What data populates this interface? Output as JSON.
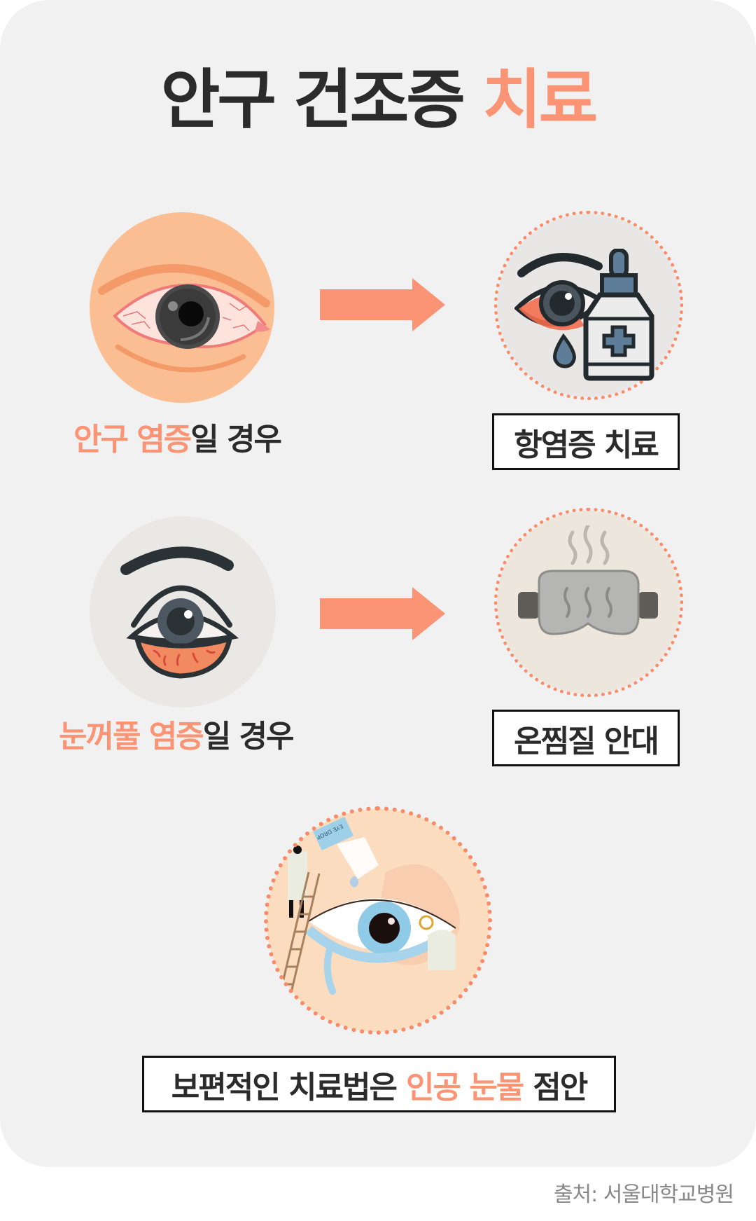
{
  "title": {
    "dark": "안구 건조증 ",
    "accent": "치료"
  },
  "colors": {
    "accent": "#fb9474",
    "text": "#2b2b2b",
    "card_bg": "#f1f1f1",
    "source_text": "#888888"
  },
  "rows": [
    {
      "condition": {
        "accent": "안구 염증",
        "dark": "일 경우"
      },
      "condition_icon": "red-inflamed-eye-icon",
      "arrow_icon": "arrow-right-icon",
      "treatment_icon": "eye-drops-bottle-icon",
      "treatment": "항염증 치료"
    },
    {
      "condition": {
        "accent": "눈꺼풀 염증",
        "dark": "일 경우"
      },
      "condition_icon": "inflamed-eyelid-icon",
      "arrow_icon": "arrow-right-icon",
      "treatment_icon": "heated-eye-mask-icon",
      "treatment": "온찜질 안대"
    }
  ],
  "general": {
    "icon": "artificial-tears-illustration",
    "bottle_label": "EYE DROP",
    "text": {
      "dark1": "보편적인 치료법은 ",
      "accent": "인공 눈물",
      "dark2": " 점안"
    }
  },
  "source": "출처: 서울대학교병원"
}
